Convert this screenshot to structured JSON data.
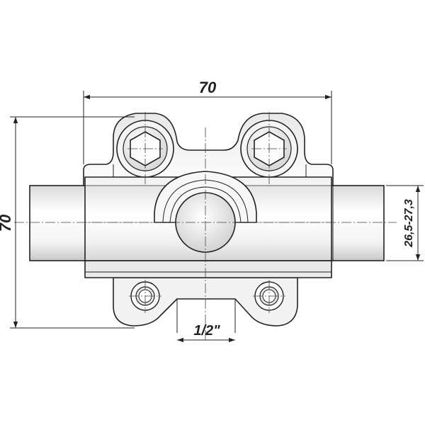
{
  "drawing": {
    "dimensions": {
      "width_top": "70",
      "height_left": "70",
      "pipe_od_right": "26,5-27,3",
      "outlet_bottom": "1/2\""
    }
  }
}
